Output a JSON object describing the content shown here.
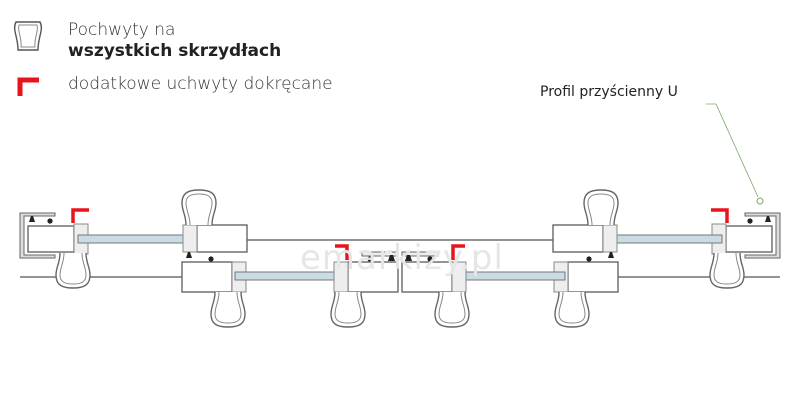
{
  "legend": {
    "handles_line1": "Pochwyty na",
    "handles_line2": "wszystkich skrzydłach",
    "extra_handles": "dodatkowe uchwyty dokręcane",
    "extra_handles_color": "#e8141c"
  },
  "callout": {
    "label": "Profil przyścienny U",
    "leader_color": "#7aa86a"
  },
  "watermark": "emarkizy.pl"
}
